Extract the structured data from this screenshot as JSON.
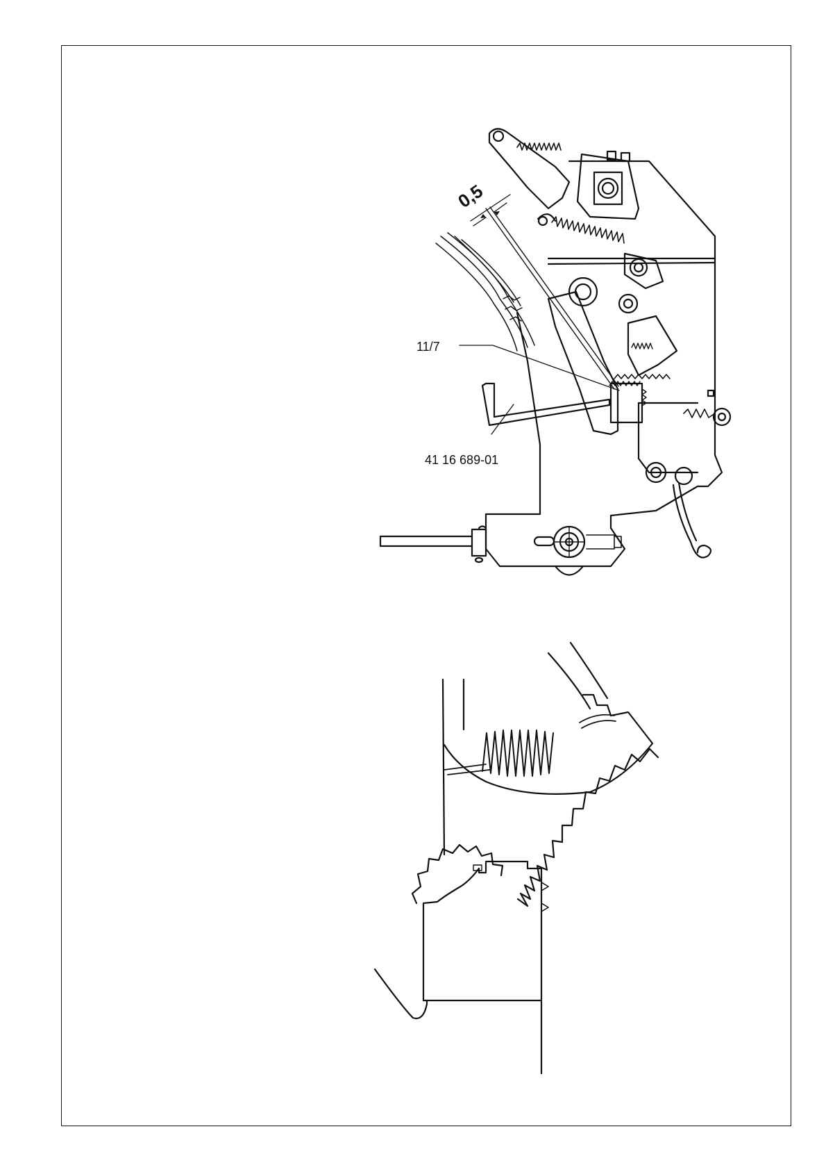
{
  "figure_top": {
    "clearance_dimension": "0,5",
    "callout_part": "11/7",
    "callout_tool": "41 16 689-01"
  },
  "colors": {
    "ink": "#111111",
    "paper": "#ffffff"
  }
}
